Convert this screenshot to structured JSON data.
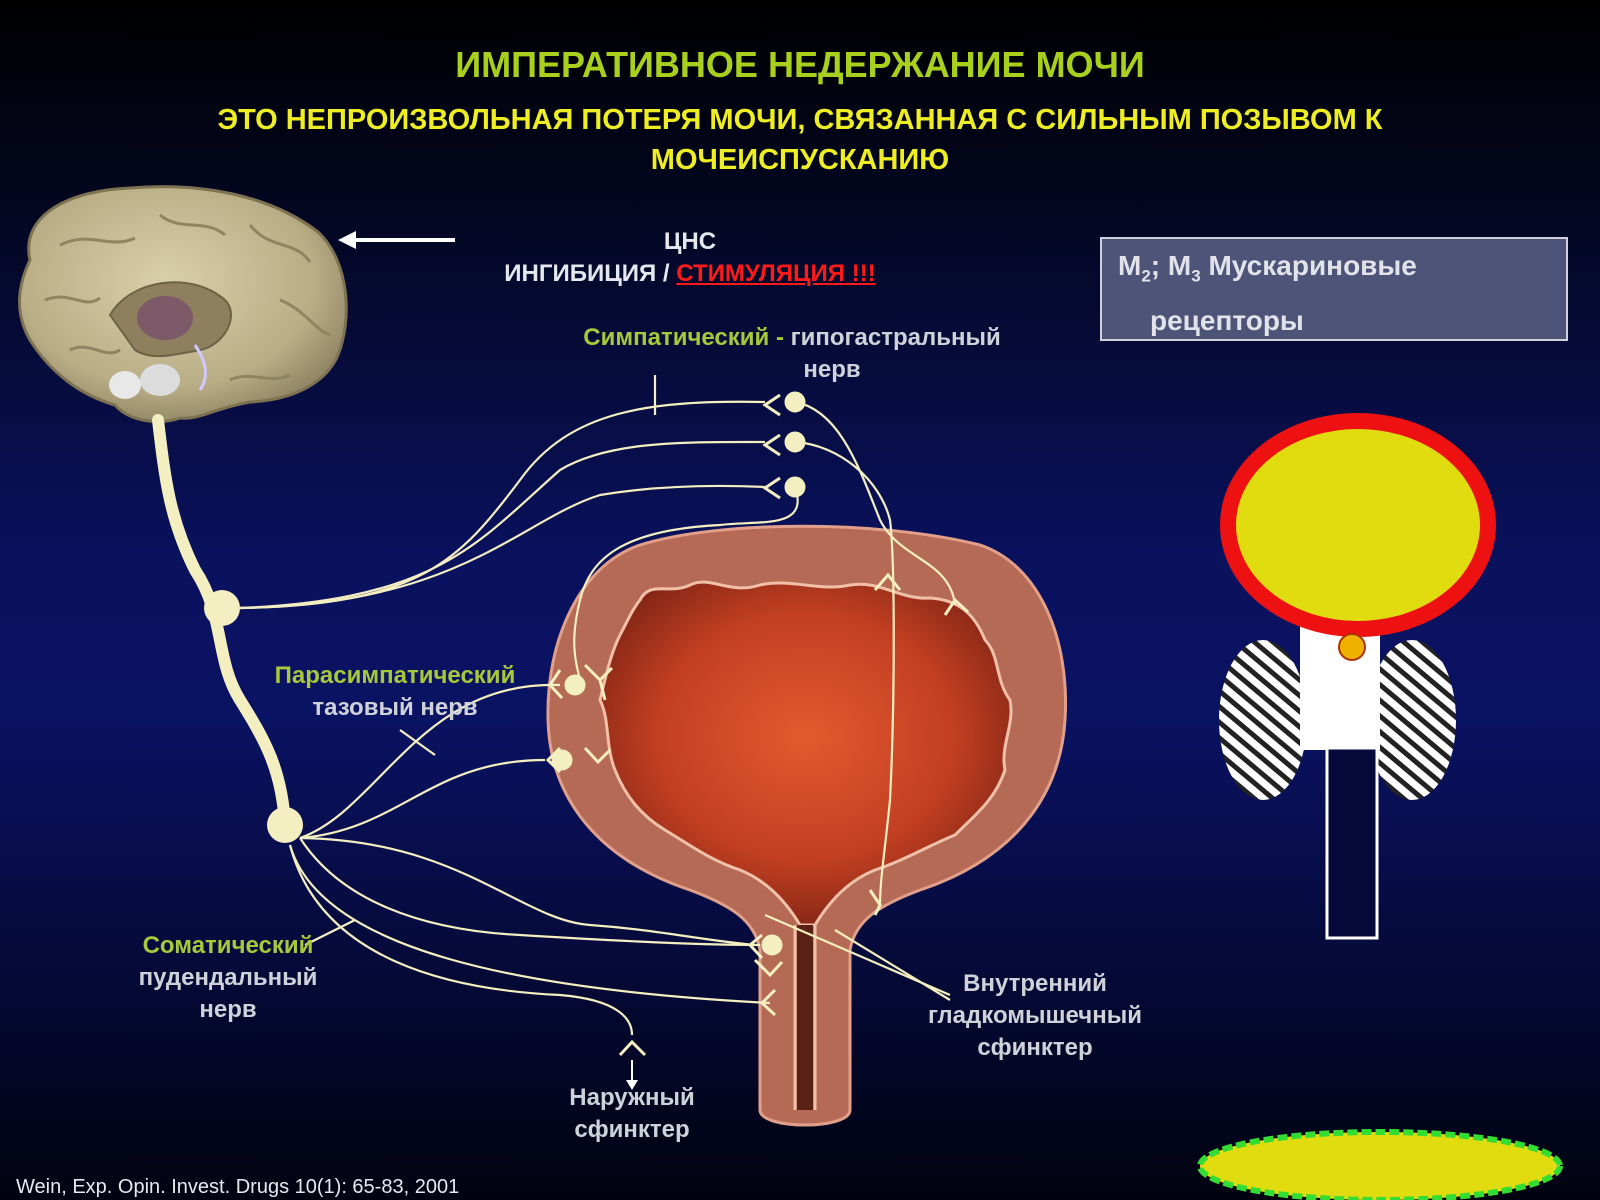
{
  "title": "ИМПЕРАТИВНОЕ НЕДЕРЖАНИЕ МОЧИ",
  "subtitle": "ЭТО НЕПРОИЗВОЛЬНАЯ ПОТЕРЯ МОЧИ, СВЯЗАННАЯ  С СИЛЬНЫМ ПОЗЫВОМ К МОЧЕИСПУСКАНИЮ",
  "cns": {
    "line1": "ЦНС",
    "inhibition": "ИНГИБИЦИЯ / ",
    "stimulation": "СТИМУЛЯЦИЯ !!!"
  },
  "receptors": {
    "m2_base": "М",
    "m2_sub": "2",
    "sep": "; М",
    "m3_sub": "3",
    "name": " Мускариновые",
    "line2": "рецепторы"
  },
  "labels": {
    "sympathetic_green": "Симпатический - ",
    "sympathetic_rest": " гипогастральный",
    "sympathetic_line2": "нерв",
    "parasympathetic_green": "Парасимпатический",
    "parasympathetic_line2": "тазовый нерв",
    "somatic_green": "Соматический",
    "somatic_line2": "пудендальный",
    "somatic_line3": "нерв",
    "internal_line1": "Внутренний",
    "internal_line2": "гладкомышечный",
    "internal_line3": "сфинктер",
    "external_line1": "Наружный",
    "external_line2": "сфинктер"
  },
  "reference": "Wein, Exp. Opin. Invest. Drugs 10(1): 65-83, 2001",
  "colors": {
    "title": "#a8d01c",
    "subtitle": "#eeee22",
    "stimulation": "#ff1a1a",
    "nerve": "#f4efc0",
    "bladder_wall": "#b86a55",
    "bladder_lumen": "#d0522a",
    "receptor_ring": "#ee1111",
    "receptor_fill": "#e0dc10",
    "ellipse_border": "#33dd33"
  }
}
